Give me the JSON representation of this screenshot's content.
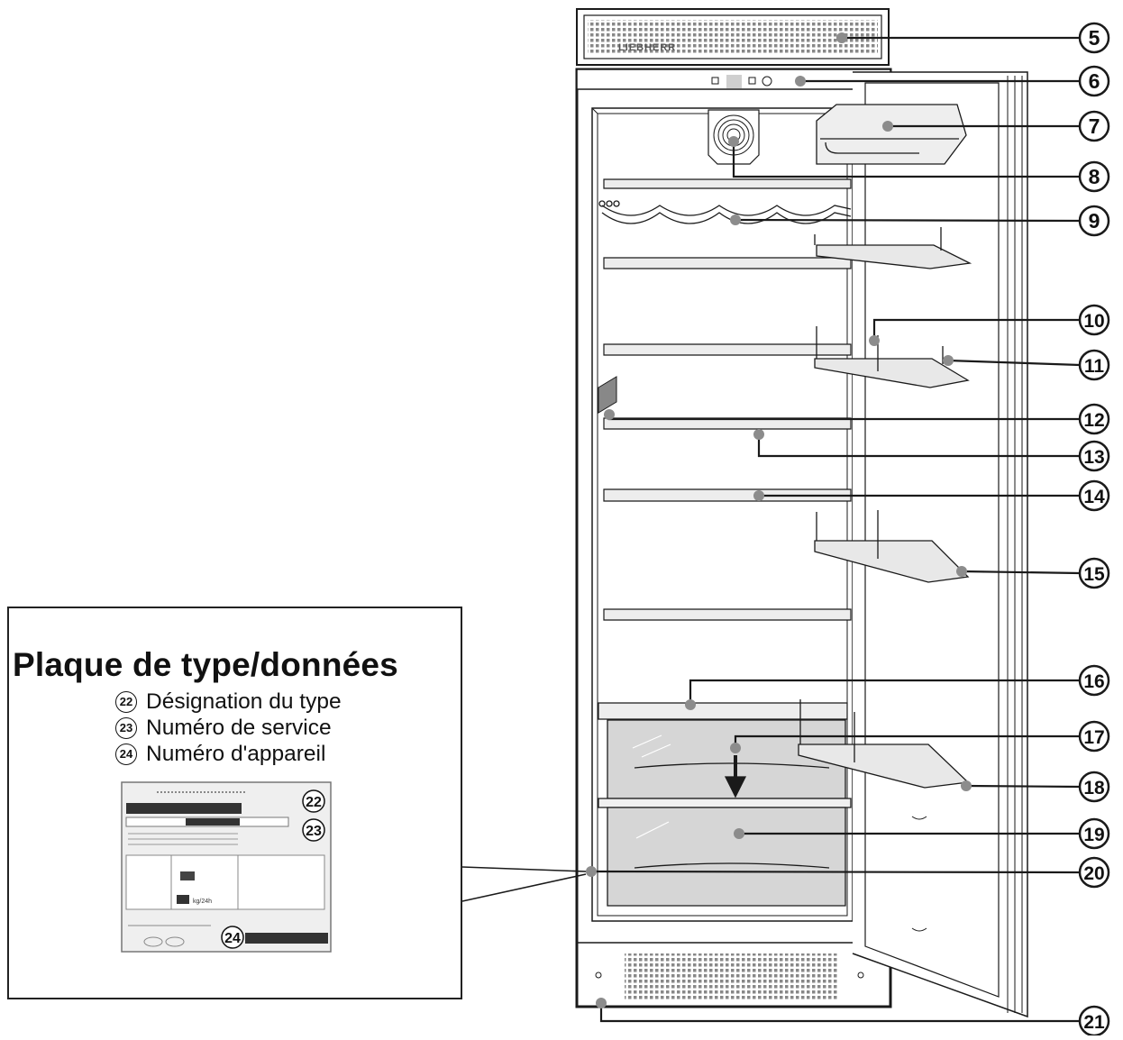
{
  "brand": "LIEBHERR",
  "plate": {
    "title": "Plaque de type/données",
    "items": [
      {
        "num": "22",
        "text": "Désignation du type"
      },
      {
        "num": "23",
        "text": "Numéro de service"
      },
      {
        "num": "24",
        "text": "Numéro d'appareil"
      }
    ],
    "sticker": {
      "unit": "kg/24h",
      "num_a": "22",
      "num_b": "23",
      "num_c": "24"
    }
  },
  "callouts": [
    "5",
    "6",
    "7",
    "8",
    "9",
    "10",
    "11",
    "12",
    "13",
    "14",
    "15",
    "16",
    "17",
    "18",
    "19",
    "20",
    "21"
  ],
  "colors": {
    "line": "#1a1a1a",
    "dot": "#8c8c8c",
    "drawer": "#d4d4d4",
    "shelf": "#e6e6e6"
  }
}
